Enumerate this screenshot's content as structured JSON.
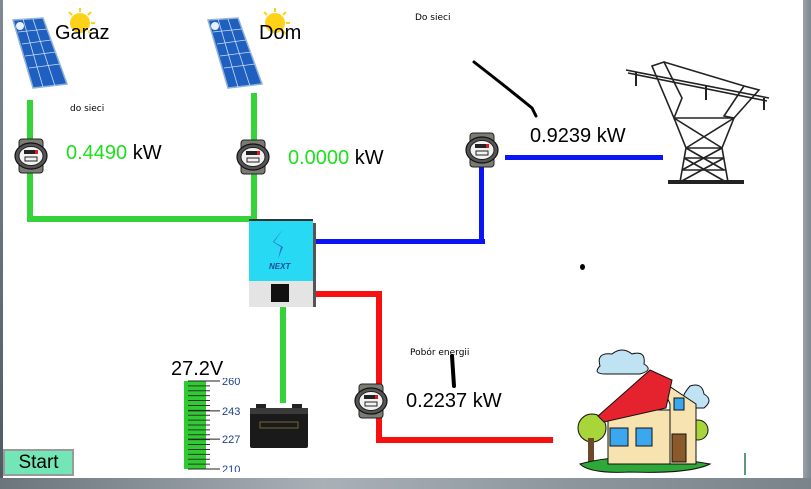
{
  "colors": {
    "pv_line": "#36d23a",
    "grid_line": "#0a14f5",
    "load_line": "#f61010",
    "power_value_green": "#1de01d",
    "start_button_bg": "#72e6b6"
  },
  "panels": [
    {
      "name": "Garaz",
      "power_value": "0.4490",
      "unit": "kW"
    },
    {
      "name": "Dom",
      "power_value": "0.0000",
      "unit": "kW"
    }
  ],
  "labels": {
    "do_sieci_small": "do sieci",
    "do_sieci_top": "Do sieci",
    "pobor_energii": "Pobór energii"
  },
  "grid": {
    "power_value": "0.9239",
    "unit": "kW"
  },
  "load": {
    "power_value": "0.2237",
    "unit": "kW"
  },
  "inverter": {
    "brand": "NEXT"
  },
  "battery": {
    "voltage_label": "27.2V",
    "gauge_ticks": [
      "260",
      "243",
      "227",
      "210"
    ],
    "gauge_range": [
      210,
      260
    ],
    "gauge_fill_fraction": 1.0
  },
  "buttons": {
    "start_label": "Start"
  }
}
